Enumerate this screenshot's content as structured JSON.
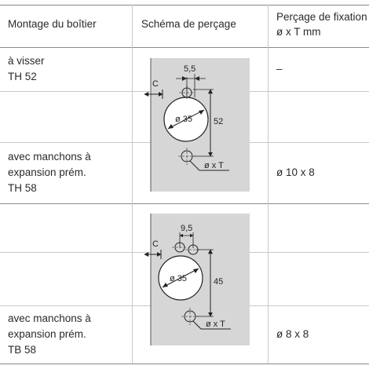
{
  "header": {
    "col1": "Montage du boîtier",
    "col2": "Schéma de perçage",
    "col3_line1": "Perçage de fixation",
    "col3_line2": "ø x T mm"
  },
  "rows": [
    {
      "montage": [
        "à visser",
        "TH 52"
      ],
      "fixation": "–"
    },
    {
      "montage": [
        "avec manchons à",
        "expansion prém.",
        "TH 58"
      ],
      "fixation": "ø 10 x 8"
    },
    {
      "montage": [
        "avec manchons à",
        "expansion prém.",
        "TB 58"
      ],
      "fixation": "ø 8 x 8"
    }
  ],
  "diagrams": [
    {
      "spacing_label": "5,5",
      "c_label": "C",
      "diameter_label": "ø 35",
      "height_label": "52",
      "hole_label": "ø x T"
    },
    {
      "spacing_label": "9,5",
      "c_label": "C",
      "diameter_label": "ø 35",
      "height_label": "45",
      "hole_label": "ø x T"
    }
  ]
}
